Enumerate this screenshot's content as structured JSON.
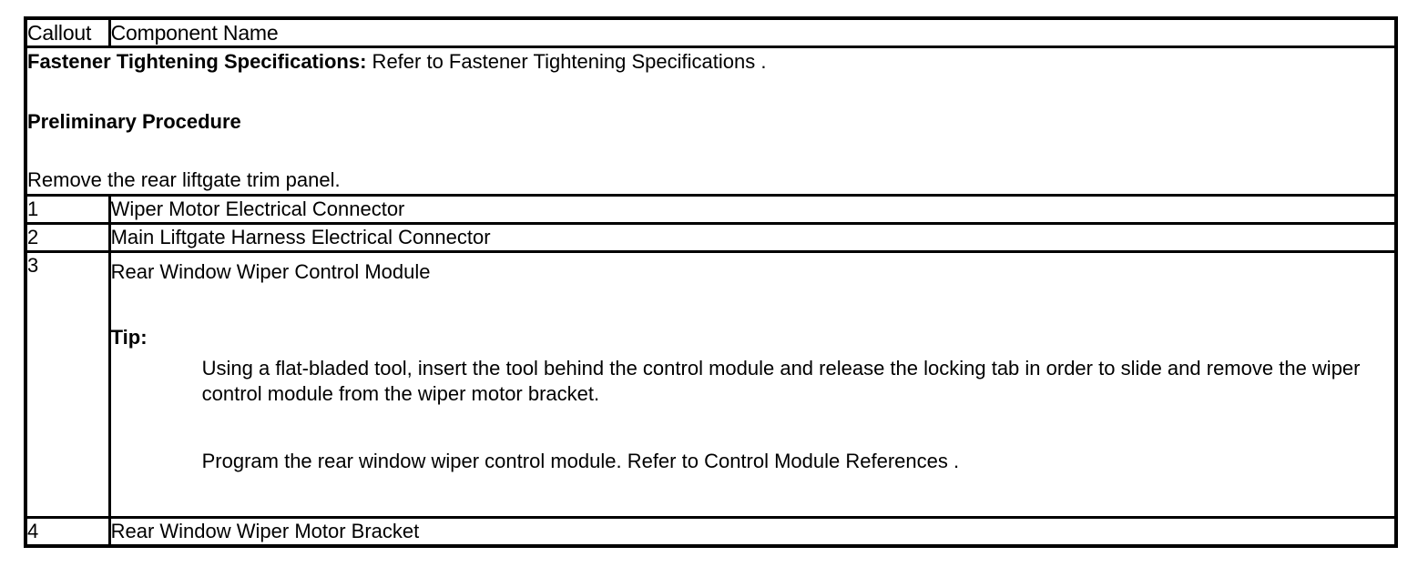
{
  "table": {
    "columns": [
      {
        "key": "callout",
        "header": "Callout"
      },
      {
        "key": "component_name",
        "header": "Component Name"
      }
    ],
    "preliminary_block": {
      "spec_label": "Fastener Tightening Specifications:",
      "spec_text": " Refer to Fastener Tightening Specifications .",
      "preliminary_heading": "Preliminary Procedure",
      "preliminary_step": "Remove the rear liftgate trim panel."
    },
    "rows": [
      {
        "callout": "1",
        "component_name": "Wiper Motor Electrical Connector"
      },
      {
        "callout": "2",
        "component_name": "Main Liftgate Harness Electrical Connector"
      },
      {
        "callout": "3",
        "component_name": "Rear Window Wiper Control Module",
        "tip_label": "Tip:",
        "tip_paragraph_1": "Using a flat-bladed tool, insert the tool behind the control module and release the locking tab in order to slide and remove the wiper control module from the wiper motor bracket.",
        "tip_paragraph_2": "Program the rear window wiper control module. Refer to Control Module References ."
      },
      {
        "callout": "4",
        "component_name": "Rear Window Wiper Motor Bracket"
      }
    ]
  },
  "colors": {
    "border": "#000000",
    "text": "#000000",
    "background": "#ffffff"
  }
}
